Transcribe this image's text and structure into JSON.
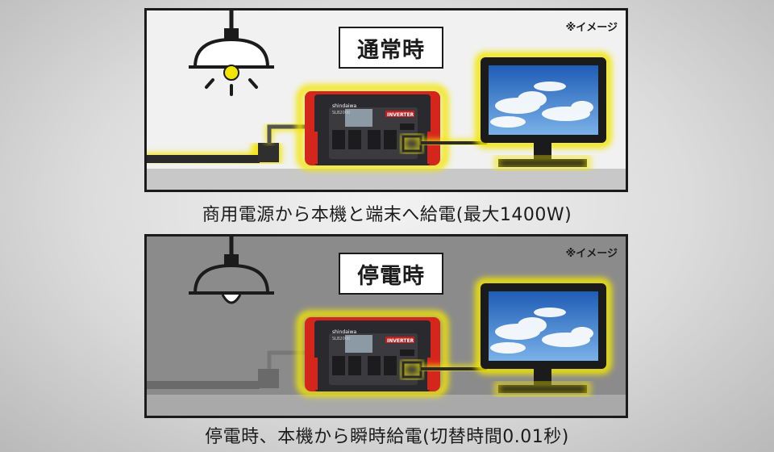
{
  "panels": [
    {
      "id": "normal",
      "mode_label": "通常時",
      "note": "※イメージ",
      "caption": "商用電源から本機と端末へ給電(最大1400W)",
      "lamp_on": true,
      "powered_by_grid": true
    },
    {
      "id": "outage",
      "mode_label": "停電時",
      "note": "※イメージ",
      "caption": "停電時、本機から瞬時給電(切替時間0.01秒)",
      "lamp_on": false,
      "powered_by_grid": false
    }
  ],
  "device": {
    "brand": "shindaiwa",
    "model": "SLB2000",
    "panel_label": "INVERTER"
  },
  "colors": {
    "highlight": "#f2e600",
    "device_red": "#d5261d",
    "device_body": "#2a2a2e",
    "normal_bg": "#f1f1f1",
    "outage_bg": "#8b8b8b",
    "floor_normal": "#c8c8c8",
    "floor_outage": "#a9a9a9",
    "sky": "#2f6fc4"
  },
  "icons": [
    "pendant-lamp-icon",
    "power-cord-icon",
    "portable-power-station-icon",
    "monitor-icon",
    "cloud-sky-icon"
  ]
}
